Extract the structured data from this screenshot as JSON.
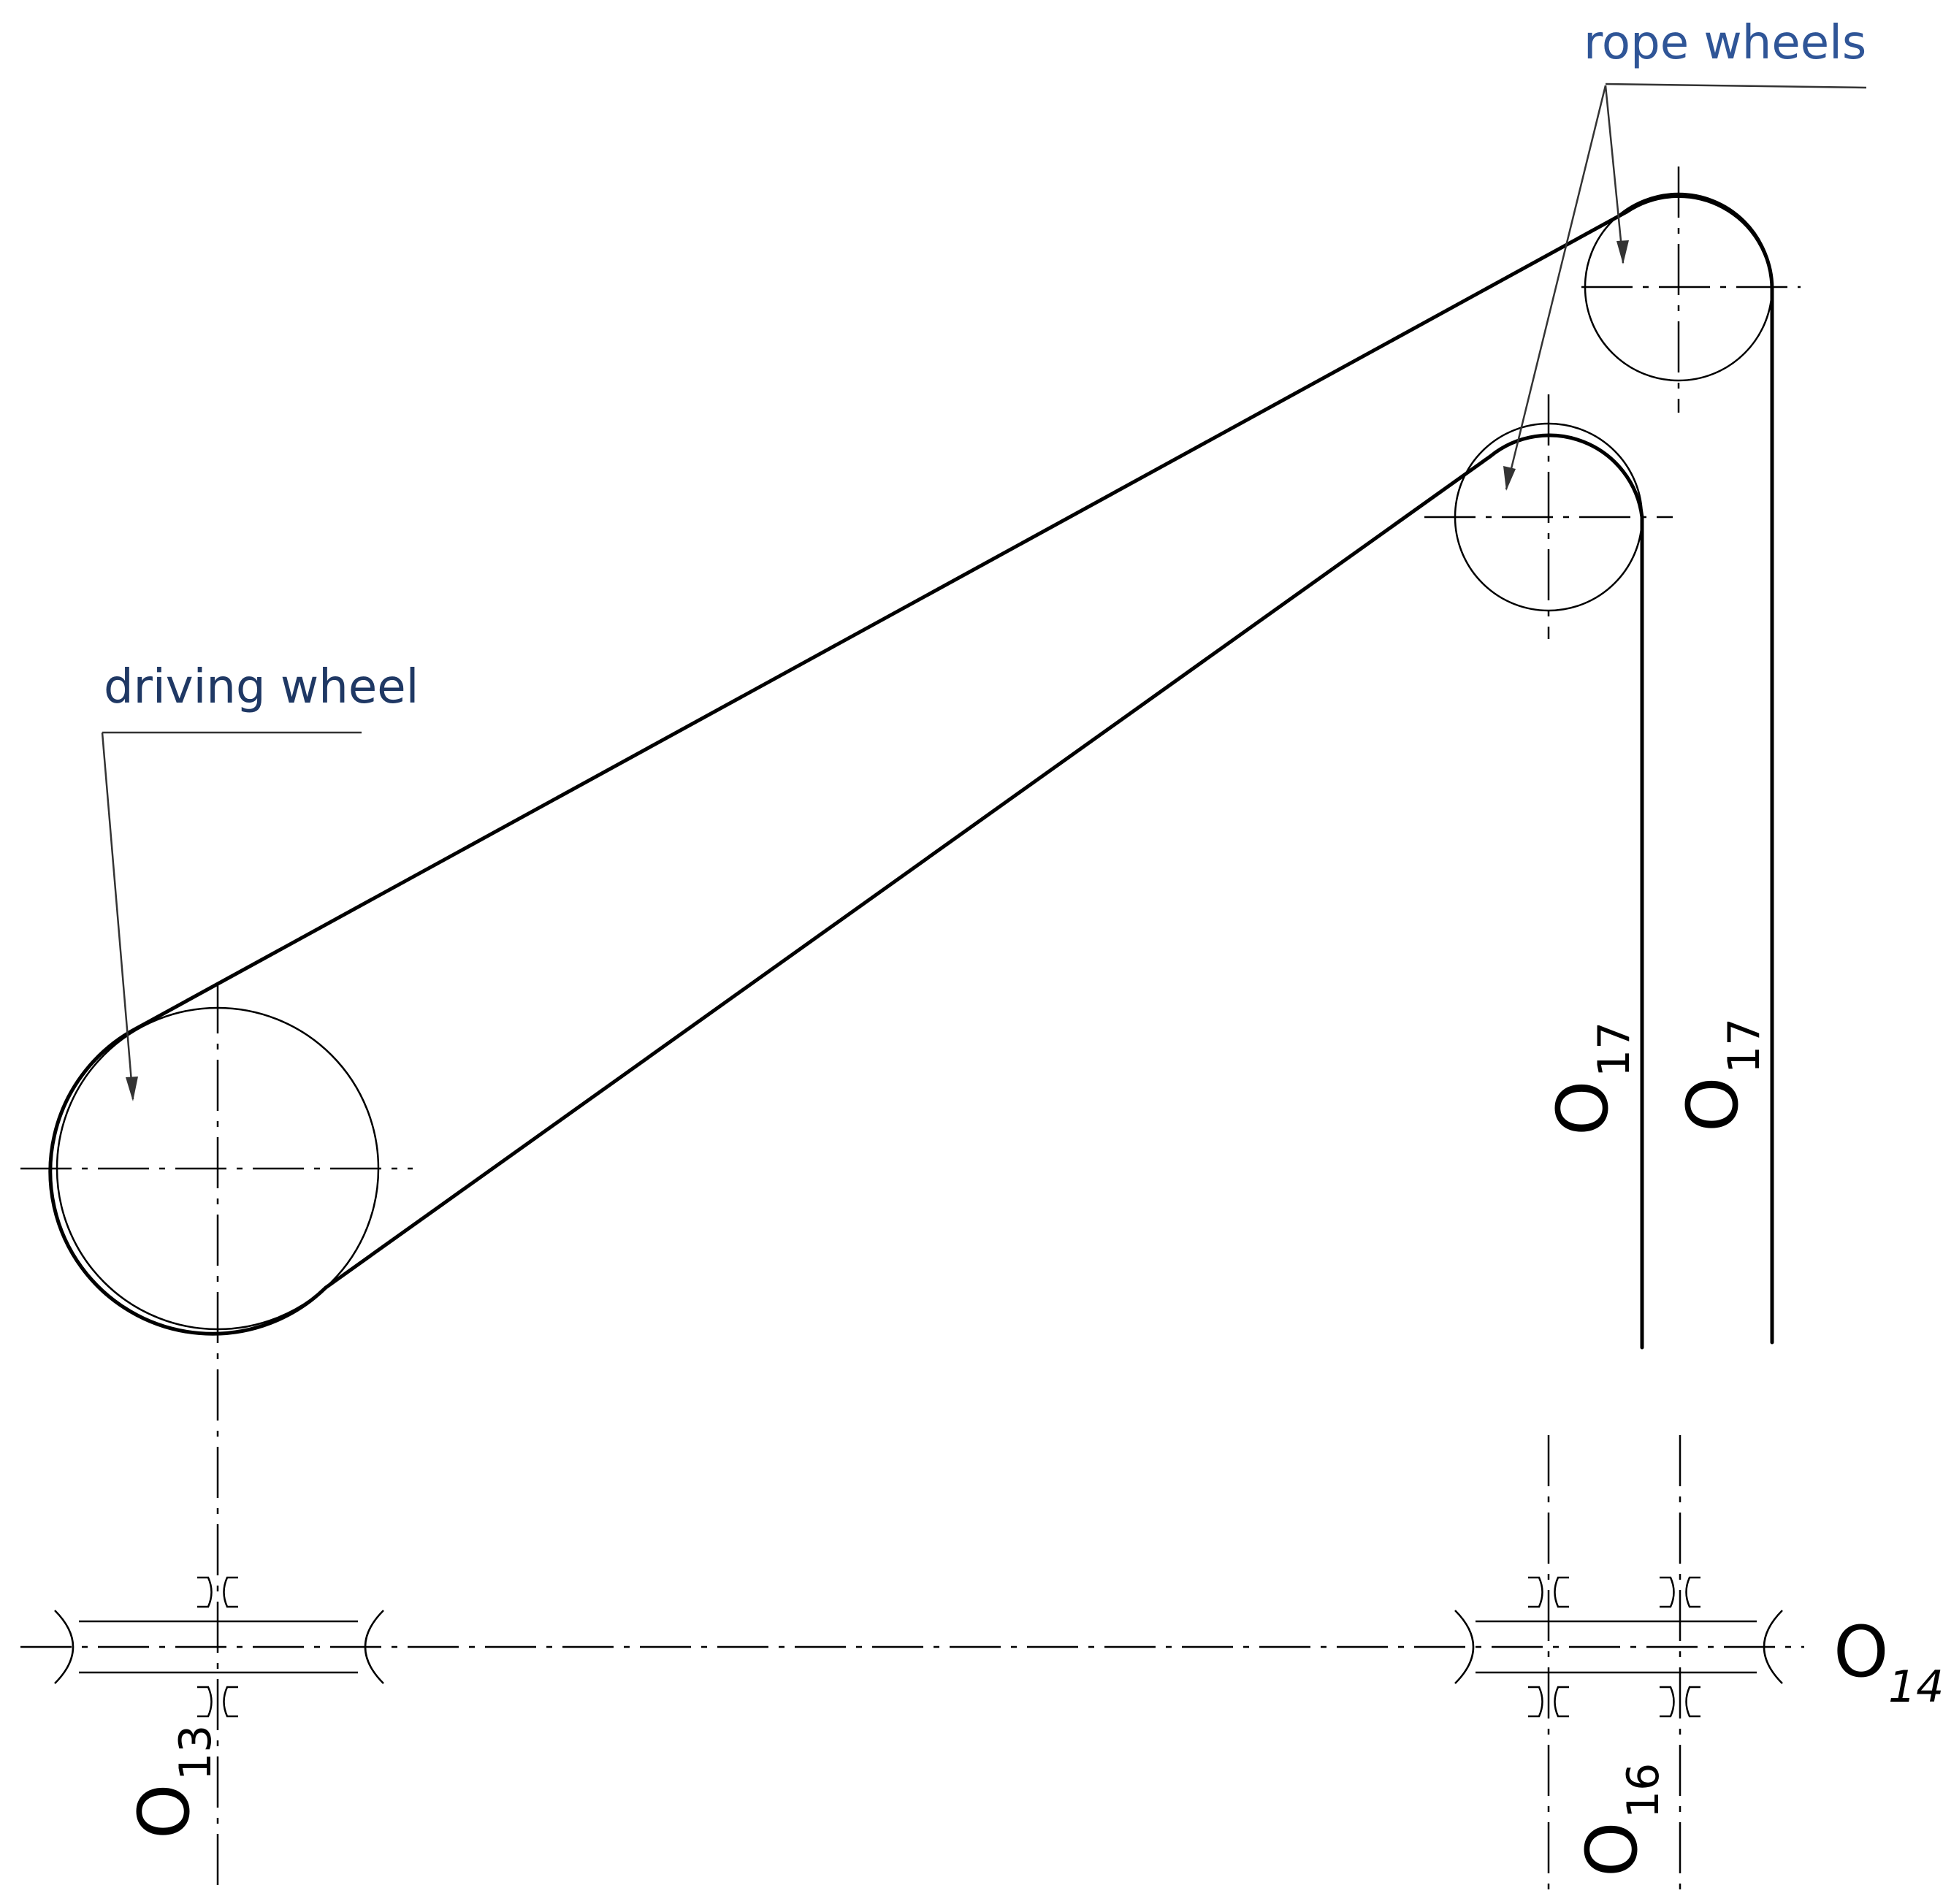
{
  "labels": {
    "rope_wheels": "rope wheels",
    "driving_wheel": "driving wheel"
  },
  "axes": {
    "o13": {
      "main": "O",
      "sub": "13"
    },
    "o14": {
      "main": "O",
      "sub": "14"
    },
    "o16": {
      "main": "O",
      "sub": "16"
    },
    "o17_left": {
      "main": "O",
      "sub": "17"
    },
    "o17_right": {
      "main": "O",
      "sub": "17"
    }
  },
  "colors": {
    "line": "#000000",
    "rope_wheels_text": "#2f5597",
    "driving_wheel_text": "#1f3864"
  }
}
